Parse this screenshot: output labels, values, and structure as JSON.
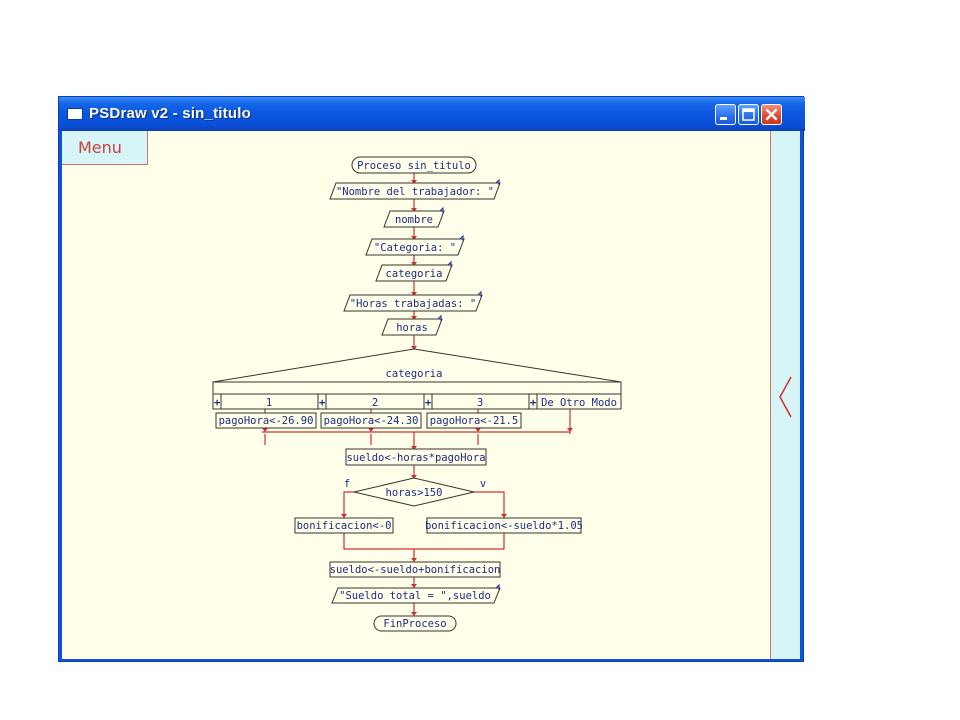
{
  "window": {
    "title": "PSDraw v2 - sin_titulo",
    "icons": {
      "app": "app-window-icon",
      "minimize": "minimize-icon",
      "maximize": "maximize-icon",
      "close": "close-icon",
      "panel": "chevron-left-icon"
    }
  },
  "menu": {
    "label": "Menu"
  },
  "colors": {
    "titlebar": "#0a56df",
    "canvas": "#ffffea",
    "panel": "#d7f5f7",
    "lines": "#d03030",
    "text": "#1f2a8a",
    "border": "#333333"
  },
  "flow": {
    "start": "Proceso sin_titulo",
    "write1": "\"Nombre del trabajador: \"",
    "read1": "nombre",
    "write2": "\"Categoria: \"",
    "read2": "categoria",
    "write3": "\"Horas trabajadas: \"",
    "read3": "horas",
    "switch": {
      "variable": "categoria",
      "cases": [
        "1",
        "2",
        "3",
        "De Otro Modo"
      ],
      "case_assign": [
        "pagoHora<-26.90",
        "pagoHora<-24.30",
        "pagoHora<-21.5"
      ]
    },
    "assign1": "sueldo<-horas*pagoHora",
    "decision": {
      "condition": "horas>150",
      "false_label": "f",
      "true_label": "v"
    },
    "false_branch": "bonificacion<-0",
    "true_branch": "bonificacion<-sueldo*1.05",
    "assign2": "sueldo<-sueldo+bonificacion",
    "write4": "\"Sueldo total = \",sueldo",
    "end": "FinProceso"
  }
}
